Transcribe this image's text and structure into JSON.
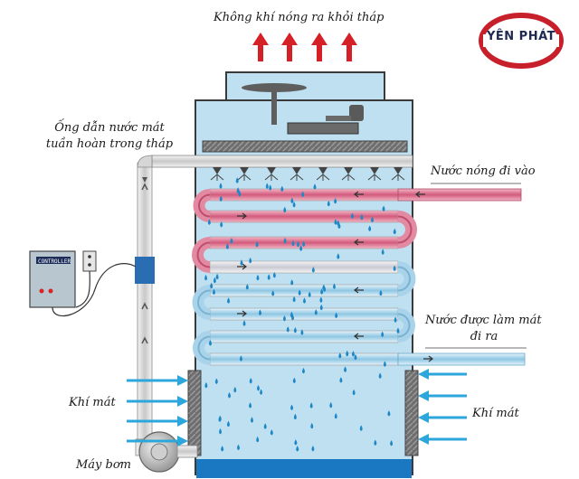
{
  "labels": {
    "top": "Không khí nóng ra khỏi tháp",
    "pipe_line1": "Ống dẫn nước mát",
    "pipe_line2": "tuần hoàn trong tháp",
    "hot_in": "Nước nóng đi vào",
    "cooled_line1": "Nước được làm mát",
    "cooled_line2": "đi ra",
    "air_left": "Khí mát",
    "air_right": "Khí mát",
    "pump": "Máy bơm"
  },
  "logo": {
    "text": "YÊN PHÁT",
    "colors": {
      "ring": "#c8202a",
      "text": "#1f2a52"
    }
  },
  "controller": {
    "panel_text": "CONTROLLER"
  },
  "colors": {
    "tower": "#bfe0f0",
    "tower_edge": "#3a3a3a",
    "hot_pipe": "#d96a86",
    "cold_pipe": "#9ccde6",
    "arrow_red": "#d62027",
    "arrow_blue": "#2da6dc",
    "water": "#1e88c7",
    "basin": "#1a78c2"
  }
}
